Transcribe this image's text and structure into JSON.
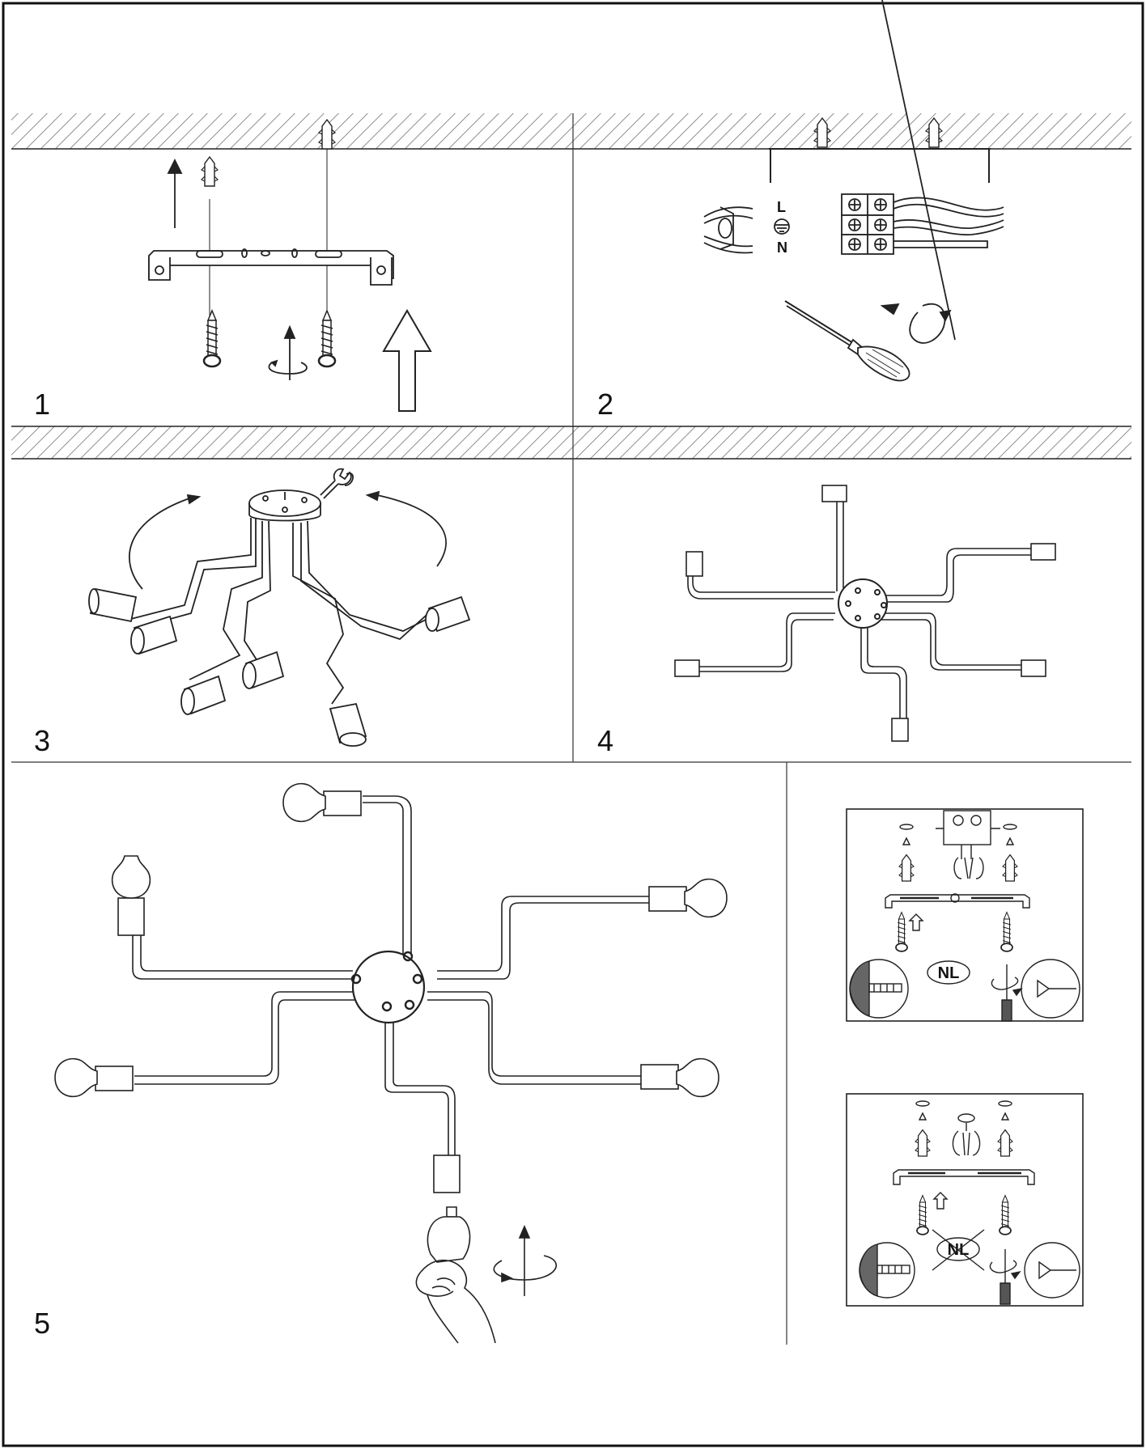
{
  "steps": [
    {
      "id": "step-1",
      "number": "1"
    },
    {
      "id": "step-2",
      "number": "2"
    },
    {
      "id": "step-3",
      "number": "3"
    },
    {
      "id": "step-4",
      "number": "4"
    },
    {
      "id": "step-5",
      "number": "5"
    }
  ],
  "wiring": {
    "live_label": "L",
    "neutral_label": "N",
    "earth_symbol": "earth-ground-icon"
  },
  "insets": [
    {
      "id": "inset-top",
      "badge": "NL",
      "crossed": false
    },
    {
      "id": "inset-bottom",
      "badge": "NL",
      "crossed": true
    }
  ],
  "colors": {
    "line": "#1a1a1a",
    "background": "#ffffff"
  }
}
